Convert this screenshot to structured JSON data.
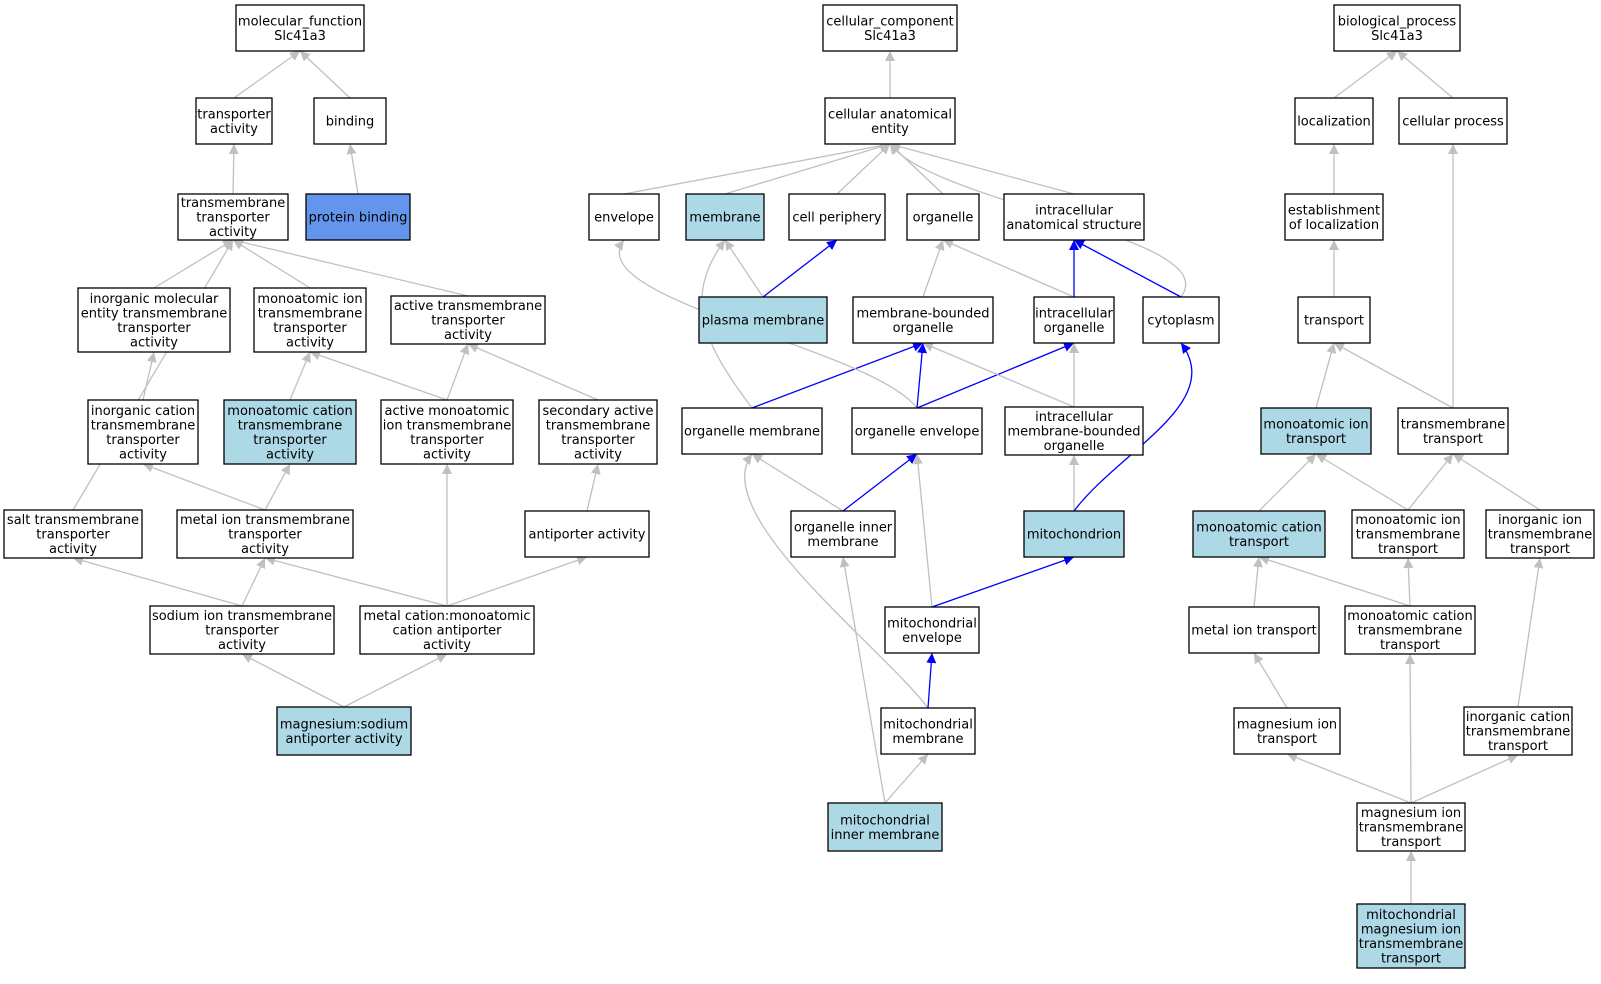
{
  "colors": {
    "node_fill": "#ffffff",
    "annotated_fill": "#add8e6",
    "direct_fill": "#6495ed",
    "edge_gray": "#c0c0c0",
    "edge_blue": "#0000ff",
    "border": "#000000"
  },
  "nodes": [
    {
      "id": "mf",
      "lines": [
        "molecular_function",
        "Slc41a3"
      ],
      "style": "plain"
    },
    {
      "id": "transporter",
      "lines": [
        "transporter",
        "activity"
      ],
      "style": "plain"
    },
    {
      "id": "binding",
      "lines": [
        "binding"
      ],
      "style": "plain"
    },
    {
      "id": "protein_binding",
      "lines": [
        "protein binding"
      ],
      "style": "direct"
    },
    {
      "id": "tm_trans_act",
      "lines": [
        "transmembrane",
        "transporter",
        "activity"
      ],
      "style": "plain"
    },
    {
      "id": "inorg_mol",
      "lines": [
        "inorganic molecular",
        "entity transmembrane",
        "transporter",
        "activity"
      ],
      "style": "plain"
    },
    {
      "id": "mono_ion_tm_act",
      "lines": [
        "monoatomic ion",
        "transmembrane",
        "transporter",
        "activity"
      ],
      "style": "plain"
    },
    {
      "id": "active_tm",
      "lines": [
        "active transmembrane",
        "transporter",
        "activity"
      ],
      "style": "plain"
    },
    {
      "id": "inorg_cation_act",
      "lines": [
        "inorganic cation",
        "transmembrane",
        "transporter",
        "activity"
      ],
      "style": "plain"
    },
    {
      "id": "mono_cation_act",
      "lines": [
        "monoatomic cation",
        "transmembrane",
        "transporter",
        "activity"
      ],
      "style": "annotated"
    },
    {
      "id": "active_mono",
      "lines": [
        "active monoatomic",
        "ion transmembrane",
        "transporter",
        "activity"
      ],
      "style": "plain"
    },
    {
      "id": "secondary_active",
      "lines": [
        "secondary active",
        "transmembrane",
        "transporter",
        "activity"
      ],
      "style": "plain"
    },
    {
      "id": "salt_tm",
      "lines": [
        "salt transmembrane",
        "transporter",
        "activity"
      ],
      "style": "plain"
    },
    {
      "id": "metal_ion_tm_act",
      "lines": [
        "metal ion transmembrane",
        "transporter",
        "activity"
      ],
      "style": "plain"
    },
    {
      "id": "antiporter",
      "lines": [
        "antiporter activity"
      ],
      "style": "plain"
    },
    {
      "id": "sodium_tm",
      "lines": [
        "sodium ion transmembrane",
        "transporter",
        "activity"
      ],
      "style": "plain"
    },
    {
      "id": "metal_cation_anti",
      "lines": [
        "metal cation:monoatomic",
        "cation antiporter",
        "activity"
      ],
      "style": "plain"
    },
    {
      "id": "mg_na_anti",
      "lines": [
        "magnesium:sodium",
        "antiporter activity"
      ],
      "style": "annotated"
    },
    {
      "id": "cc",
      "lines": [
        "cellular_component",
        "Slc41a3"
      ],
      "style": "plain"
    },
    {
      "id": "cae",
      "lines": [
        "cellular anatomical",
        "entity"
      ],
      "style": "plain"
    },
    {
      "id": "envelope",
      "lines": [
        "envelope"
      ],
      "style": "plain"
    },
    {
      "id": "membrane",
      "lines": [
        "membrane"
      ],
      "style": "annotated"
    },
    {
      "id": "cell_periphery",
      "lines": [
        "cell periphery"
      ],
      "style": "plain"
    },
    {
      "id": "organelle",
      "lines": [
        "organelle"
      ],
      "style": "plain"
    },
    {
      "id": "ias",
      "lines": [
        "intracellular",
        "anatomical structure"
      ],
      "style": "plain"
    },
    {
      "id": "plasma_membrane",
      "lines": [
        "plasma membrane"
      ],
      "style": "annotated"
    },
    {
      "id": "mbo",
      "lines": [
        "membrane-bounded",
        "organelle"
      ],
      "style": "plain"
    },
    {
      "id": "intra_org",
      "lines": [
        "intracellular",
        "organelle"
      ],
      "style": "plain"
    },
    {
      "id": "cytoplasm",
      "lines": [
        "cytoplasm"
      ],
      "style": "plain"
    },
    {
      "id": "org_membrane",
      "lines": [
        "organelle membrane"
      ],
      "style": "plain"
    },
    {
      "id": "org_envelope",
      "lines": [
        "organelle envelope"
      ],
      "style": "plain"
    },
    {
      "id": "imbo",
      "lines": [
        "intracellular",
        "membrane-bounded",
        "organelle"
      ],
      "style": "plain"
    },
    {
      "id": "org_inner",
      "lines": [
        "organelle inner",
        "membrane"
      ],
      "style": "plain"
    },
    {
      "id": "mitochondrion",
      "lines": [
        "mitochondrion"
      ],
      "style": "annotated"
    },
    {
      "id": "mito_envelope",
      "lines": [
        "mitochondrial",
        "envelope"
      ],
      "style": "plain"
    },
    {
      "id": "mito_membrane",
      "lines": [
        "mitochondrial",
        "membrane"
      ],
      "style": "plain"
    },
    {
      "id": "mito_inner",
      "lines": [
        "mitochondrial",
        "inner membrane"
      ],
      "style": "annotated"
    },
    {
      "id": "bp",
      "lines": [
        "biological_process",
        "Slc41a3"
      ],
      "style": "plain"
    },
    {
      "id": "localization",
      "lines": [
        "localization"
      ],
      "style": "plain"
    },
    {
      "id": "cellular_process",
      "lines": [
        "cellular process"
      ],
      "style": "plain"
    },
    {
      "id": "establishment",
      "lines": [
        "establishment",
        "of localization"
      ],
      "style": "plain"
    },
    {
      "id": "transport",
      "lines": [
        "transport"
      ],
      "style": "plain"
    },
    {
      "id": "mono_ion_transport",
      "lines": [
        "monoatomic ion",
        "transport"
      ],
      "style": "annotated"
    },
    {
      "id": "tm_transport",
      "lines": [
        "transmembrane",
        "transport"
      ],
      "style": "plain"
    },
    {
      "id": "mono_cation_transport",
      "lines": [
        "monoatomic cation",
        "transport"
      ],
      "style": "annotated"
    },
    {
      "id": "mono_ion_tm_transport",
      "lines": [
        "monoatomic ion",
        "transmembrane",
        "transport"
      ],
      "style": "plain"
    },
    {
      "id": "inorg_ion_tm_transport",
      "lines": [
        "inorganic ion",
        "transmembrane",
        "transport"
      ],
      "style": "plain"
    },
    {
      "id": "metal_ion_transport",
      "lines": [
        "metal ion transport"
      ],
      "style": "plain"
    },
    {
      "id": "mono_cation_tm_transport",
      "lines": [
        "monoatomic cation",
        "transmembrane",
        "transport"
      ],
      "style": "plain"
    },
    {
      "id": "mg_ion_transport",
      "lines": [
        "magnesium ion",
        "transport"
      ],
      "style": "plain"
    },
    {
      "id": "inorg_cation_tm_transport",
      "lines": [
        "inorganic cation",
        "transmembrane",
        "transport"
      ],
      "style": "plain"
    },
    {
      "id": "mg_ion_tm_transport",
      "lines": [
        "magnesium ion",
        "transmembrane",
        "transport"
      ],
      "style": "plain"
    },
    {
      "id": "mito_mg_transport",
      "lines": [
        "mitochondrial",
        "magnesium ion",
        "transmembrane",
        "transport"
      ],
      "style": "annotated"
    }
  ],
  "edges": [
    {
      "from": "transporter",
      "to": "mf",
      "color": "gray"
    },
    {
      "from": "binding",
      "to": "mf",
      "color": "gray"
    },
    {
      "from": "protein_binding",
      "to": "binding",
      "color": "gray"
    },
    {
      "from": "tm_trans_act",
      "to": "transporter",
      "color": "gray"
    },
    {
      "from": "inorg_mol",
      "to": "tm_trans_act",
      "color": "gray"
    },
    {
      "from": "mono_ion_tm_act",
      "to": "tm_trans_act",
      "color": "gray"
    },
    {
      "from": "active_tm",
      "to": "tm_trans_act",
      "color": "gray"
    },
    {
      "from": "salt_tm",
      "to": "tm_trans_act",
      "color": "gray"
    },
    {
      "from": "inorg_cation_act",
      "to": "inorg_mol",
      "color": "gray"
    },
    {
      "from": "mono_cation_act",
      "to": "mono_ion_tm_act",
      "color": "gray"
    },
    {
      "from": "active_mono",
      "to": "mono_ion_tm_act",
      "color": "gray"
    },
    {
      "from": "active_mono",
      "to": "active_tm",
      "color": "gray"
    },
    {
      "from": "secondary_active",
      "to": "active_tm",
      "color": "gray"
    },
    {
      "from": "metal_ion_tm_act",
      "to": "inorg_cation_act",
      "color": "gray"
    },
    {
      "from": "metal_ion_tm_act",
      "to": "mono_cation_act",
      "color": "gray"
    },
    {
      "from": "antiporter",
      "to": "secondary_active",
      "color": "gray"
    },
    {
      "from": "sodium_tm",
      "to": "salt_tm",
      "color": "gray"
    },
    {
      "from": "sodium_tm",
      "to": "metal_ion_tm_act",
      "color": "gray"
    },
    {
      "from": "metal_cation_anti",
      "to": "metal_ion_tm_act",
      "color": "gray"
    },
    {
      "from": "metal_cation_anti",
      "to": "active_mono",
      "color": "gray"
    },
    {
      "from": "metal_cation_anti",
      "to": "antiporter",
      "color": "gray"
    },
    {
      "from": "mg_na_anti",
      "to": "sodium_tm",
      "color": "gray"
    },
    {
      "from": "mg_na_anti",
      "to": "metal_cation_anti",
      "color": "gray"
    },
    {
      "from": "cae",
      "to": "cc",
      "color": "gray"
    },
    {
      "from": "envelope",
      "to": "cae",
      "color": "gray"
    },
    {
      "from": "membrane",
      "to": "cae",
      "color": "gray"
    },
    {
      "from": "cell_periphery",
      "to": "cae",
      "color": "gray"
    },
    {
      "from": "organelle",
      "to": "cae",
      "color": "gray"
    },
    {
      "from": "ias",
      "to": "cae",
      "color": "gray"
    },
    {
      "from": "cytoplasm",
      "to": "cae",
      "color": "gray",
      "curve": "right"
    },
    {
      "from": "plasma_membrane",
      "to": "membrane",
      "color": "gray"
    },
    {
      "from": "plasma_membrane",
      "to": "cell_periphery",
      "color": "blue"
    },
    {
      "from": "mbo",
      "to": "organelle",
      "color": "gray"
    },
    {
      "from": "intra_org",
      "to": "organelle",
      "color": "gray"
    },
    {
      "from": "intra_org",
      "to": "ias",
      "color": "blue"
    },
    {
      "from": "cytoplasm",
      "to": "ias",
      "color": "blue"
    },
    {
      "from": "org_membrane",
      "to": "membrane",
      "color": "gray",
      "curve": "left"
    },
    {
      "from": "org_membrane",
      "to": "mbo",
      "color": "blue"
    },
    {
      "from": "org_envelope",
      "to": "envelope",
      "color": "gray",
      "curve": "left"
    },
    {
      "from": "org_envelope",
      "to": "mbo",
      "color": "blue"
    },
    {
      "from": "org_envelope",
      "to": "intra_org",
      "color": "blue"
    },
    {
      "from": "imbo",
      "to": "mbo",
      "color": "gray"
    },
    {
      "from": "imbo",
      "to": "intra_org",
      "color": "gray"
    },
    {
      "from": "org_inner",
      "to": "org_membrane",
      "color": "gray"
    },
    {
      "from": "org_inner",
      "to": "org_envelope",
      "color": "blue"
    },
    {
      "from": "mitochondrion",
      "to": "imbo",
      "color": "gray"
    },
    {
      "from": "mitochondrion",
      "to": "cytoplasm",
      "color": "blue",
      "curve": "right"
    },
    {
      "from": "mito_envelope",
      "to": "org_envelope",
      "color": "gray"
    },
    {
      "from": "mito_envelope",
      "to": "mitochondrion",
      "color": "blue"
    },
    {
      "from": "mito_membrane",
      "to": "org_membrane",
      "color": "gray",
      "curve": "left"
    },
    {
      "from": "mito_membrane",
      "to": "mito_envelope",
      "color": "blue"
    },
    {
      "from": "mito_inner",
      "to": "org_inner",
      "color": "gray"
    },
    {
      "from": "mito_inner",
      "to": "mito_membrane",
      "color": "gray"
    },
    {
      "from": "localization",
      "to": "bp",
      "color": "gray"
    },
    {
      "from": "cellular_process",
      "to": "bp",
      "color": "gray"
    },
    {
      "from": "establishment",
      "to": "localization",
      "color": "gray"
    },
    {
      "from": "transport",
      "to": "establishment",
      "color": "gray"
    },
    {
      "from": "mono_ion_transport",
      "to": "transport",
      "color": "gray"
    },
    {
      "from": "tm_transport",
      "to": "transport",
      "color": "gray"
    },
    {
      "from": "tm_transport",
      "to": "cellular_process",
      "color": "gray"
    },
    {
      "from": "mono_cation_transport",
      "to": "mono_ion_transport",
      "color": "gray"
    },
    {
      "from": "mono_ion_tm_transport",
      "to": "mono_ion_transport",
      "color": "gray"
    },
    {
      "from": "mono_ion_tm_transport",
      "to": "tm_transport",
      "color": "gray"
    },
    {
      "from": "inorg_ion_tm_transport",
      "to": "tm_transport",
      "color": "gray"
    },
    {
      "from": "metal_ion_transport",
      "to": "mono_cation_transport",
      "color": "gray"
    },
    {
      "from": "mono_cation_tm_transport",
      "to": "mono_cation_transport",
      "color": "gray"
    },
    {
      "from": "mono_cation_tm_transport",
      "to": "mono_ion_tm_transport",
      "color": "gray"
    },
    {
      "from": "mg_ion_transport",
      "to": "metal_ion_transport",
      "color": "gray"
    },
    {
      "from": "inorg_cation_tm_transport",
      "to": "inorg_ion_tm_transport",
      "color": "gray"
    },
    {
      "from": "mg_ion_tm_transport",
      "to": "mg_ion_transport",
      "color": "gray"
    },
    {
      "from": "mg_ion_tm_transport",
      "to": "mono_cation_tm_transport",
      "color": "gray"
    },
    {
      "from": "mg_ion_tm_transport",
      "to": "inorg_cation_tm_transport",
      "color": "gray"
    },
    {
      "from": "mito_mg_transport",
      "to": "mg_ion_tm_transport",
      "color": "gray"
    }
  ]
}
